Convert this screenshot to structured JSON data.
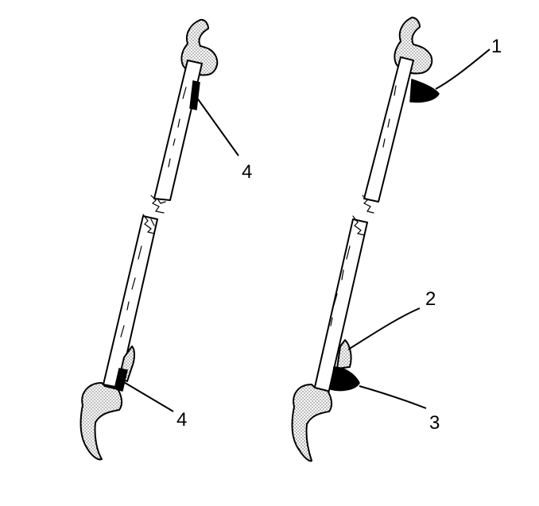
{
  "callouts": {
    "left_top": "4",
    "left_bottom": "4",
    "right_1": "1",
    "right_2": "2",
    "right_3": "3"
  },
  "colors": {
    "line": "#000000",
    "background": "#ffffff",
    "stipple": "#555555"
  }
}
